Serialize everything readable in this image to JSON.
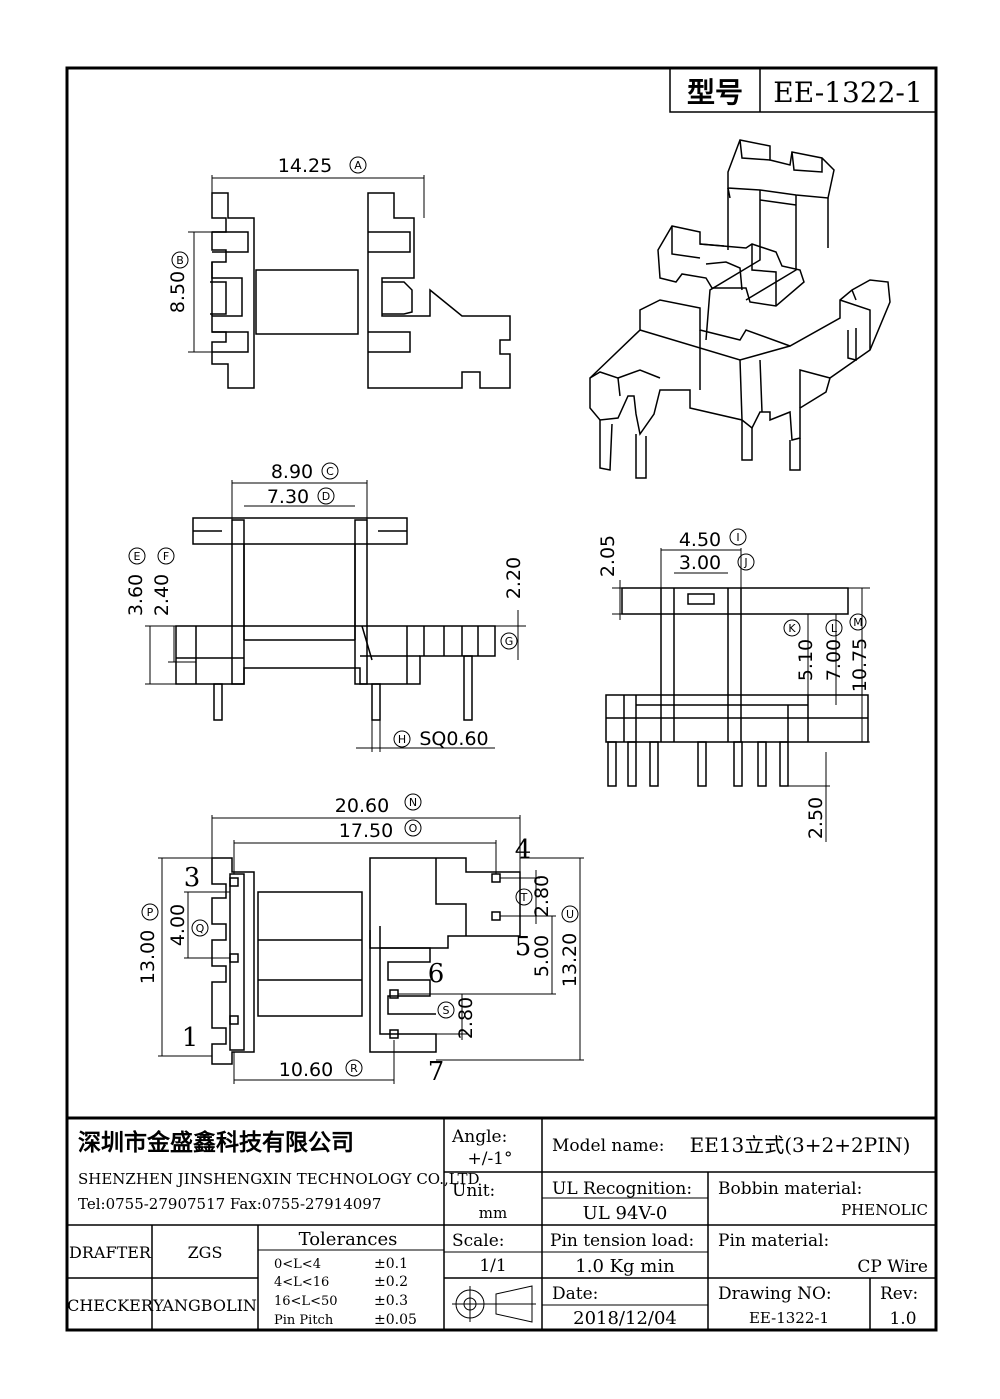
{
  "header": {
    "type_label": "型号",
    "part_number": "EE-1322-1"
  },
  "dimensions": {
    "A": {
      "value": "14.25",
      "tag": "A"
    },
    "B": {
      "value": "8.50",
      "tag": "B"
    },
    "C": {
      "value": "8.90",
      "tag": "C"
    },
    "D": {
      "value": "7.30",
      "tag": "D"
    },
    "E": {
      "value": "3.60",
      "tag": "E"
    },
    "F": {
      "value": "2.40",
      "tag": "F"
    },
    "G": {
      "value": "2.20",
      "tag": "G"
    },
    "H": {
      "value": "SQ0.60",
      "tag": "H"
    },
    "I": {
      "value": "4.50",
      "tag": "I"
    },
    "J": {
      "value": "3.00",
      "tag": "J"
    },
    "K": {
      "value": "5.10",
      "tag": "K"
    },
    "L": {
      "value": "7.00",
      "tag": "L"
    },
    "M": {
      "value": "10.75",
      "tag": "M"
    },
    "N": {
      "value": "20.60",
      "tag": "N"
    },
    "O": {
      "value": "17.50",
      "tag": "O"
    },
    "P": {
      "value": "13.00",
      "tag": "P"
    },
    "Q": {
      "value": "4.00",
      "tag": "Q"
    },
    "R": {
      "value": "10.60",
      "tag": "R"
    },
    "S": {
      "value": "2.80",
      "tag": "S"
    },
    "T": {
      "value": "2.80",
      "tag": "T"
    },
    "U": {
      "value": "13.20",
      "tag": "U"
    },
    "side_top": {
      "value": "2.05"
    },
    "side_pin": {
      "value": "2.50"
    },
    "bottom_56": {
      "value": "5.00"
    }
  },
  "pins": {
    "p1": "1",
    "p3": "3",
    "p4": "4",
    "p5": "5",
    "p6": "6",
    "p7": "7"
  },
  "titleblock": {
    "company_cn": "深圳市金盛鑫科技有限公司",
    "company_en": "SHENZHEN JINSHENGXIN TECHNOLOGY CO.,LTD",
    "contact": "Tel:0755-27907517   Fax:0755-27914097",
    "angle_label": "Angle:",
    "angle_value": "+/-1°",
    "unit_label": "Unit:",
    "unit_value": "mm",
    "scale_label": "Scale:",
    "scale_value": "1/1",
    "model_label": "Model name:",
    "model_value": "EE13立式(3+2+2PIN)",
    "ul_label": "UL Recognition:",
    "ul_value": "UL 94V-0",
    "bobbin_label": "Bobbin material:",
    "bobbin_value": "PHENOLIC",
    "pin_tension_label": "Pin tension load:",
    "pin_tension_value": "1.0 Kg min",
    "pin_material_label": "Pin material:",
    "pin_material_value": "CP Wire",
    "date_label": "Date:",
    "date_value": "2018/12/04",
    "drawing_no_label": "Drawing NO:",
    "drawing_no_value": "EE-1322-1",
    "rev_label": "Rev:",
    "rev_value": "1.0",
    "drafter_label": "DRAFTER",
    "drafter_value": "ZGS",
    "checker_label": "CHECKER",
    "checker_value": "YANGBOLIN",
    "tolerances_title": "Tolerances",
    "tolerances": [
      {
        "range": "0<L<4",
        "value": "±0.1"
      },
      {
        "range": "4<L<16",
        "value": "±0.2"
      },
      {
        "range": "16<L<50",
        "value": "±0.3"
      },
      {
        "range": "Pin Pitch",
        "value": "±0.05"
      }
    ]
  }
}
